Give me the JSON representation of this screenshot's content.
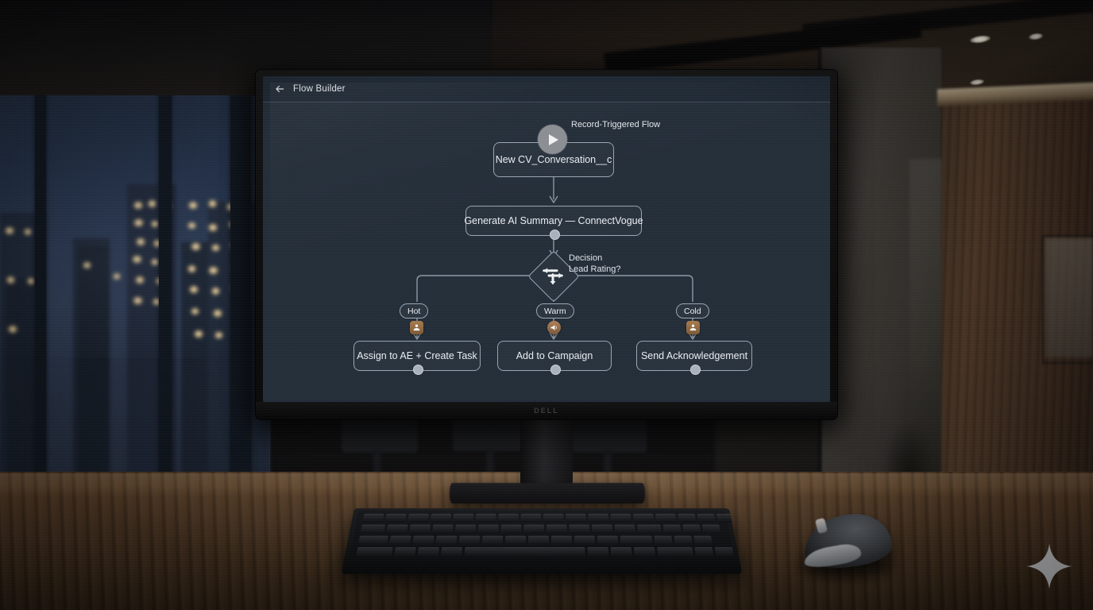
{
  "screen": {
    "header": {
      "back_icon": "back-arrow-icon",
      "title": "Flow Builder"
    },
    "flow": {
      "trigger": {
        "icon": "play-icon",
        "label": "Record-Triggered Flow",
        "node_label": "New CV_Conversation__c"
      },
      "action": {
        "label": "Generate AI Summary — ConnectVogue"
      },
      "decision": {
        "icon": "decision-branch-icon",
        "label_line1": "Decision",
        "label_line2": "Lead Rating?"
      },
      "branches": [
        {
          "pill": "Hot",
          "badge_icon": "assign-user-icon",
          "node_label": "Assign to AE + Create Task"
        },
        {
          "pill": "Warm",
          "badge_icon": "megaphone-icon",
          "node_label": "Add to Campaign"
        },
        {
          "pill": "Cold",
          "badge_icon": "assign-user-icon",
          "node_label": "Send Acknowledgement"
        }
      ]
    }
  },
  "hardware": {
    "monitor_brand": "DELL"
  },
  "overlay": {
    "sparkle_icon": "sparkle-icon"
  },
  "colors": {
    "screen_bg": "#232d38",
    "header_bg": "#1e2833",
    "node_border": "#9aa6b3",
    "node_fill": "#28323d",
    "wire": "#8e99a5",
    "badge": "#a87c4e",
    "desk_wood": "#4a3320",
    "window_night": "#223048"
  }
}
